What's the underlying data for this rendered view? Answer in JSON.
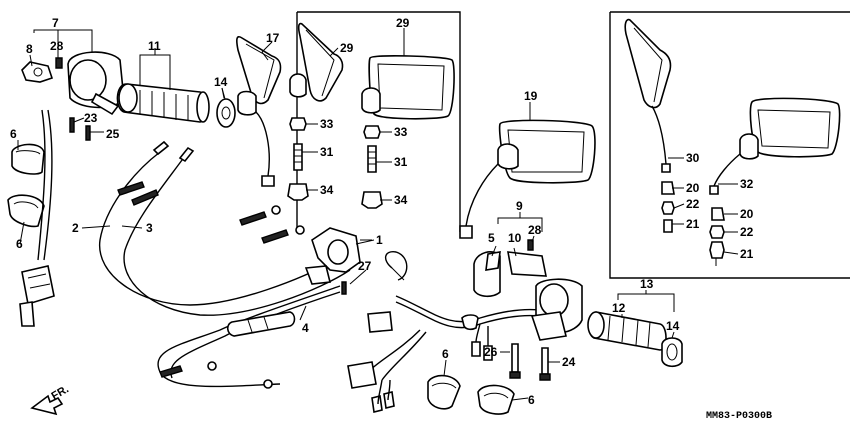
{
  "diagram_code": "MM83-P0300B",
  "direction_label": "FR.",
  "callouts": [
    {
      "id": "c7",
      "text": "7"
    },
    {
      "id": "c8",
      "text": "8"
    },
    {
      "id": "c28a",
      "text": "28"
    },
    {
      "id": "c11",
      "text": "11"
    },
    {
      "id": "c17",
      "text": "17"
    },
    {
      "id": "c14a",
      "text": "14"
    },
    {
      "id": "c23",
      "text": "23"
    },
    {
      "id": "c25",
      "text": "25"
    },
    {
      "id": "c6a",
      "text": "6"
    },
    {
      "id": "c6b",
      "text": "6"
    },
    {
      "id": "c2",
      "text": "2"
    },
    {
      "id": "c3",
      "text": "3"
    },
    {
      "id": "c29a",
      "text": "29"
    },
    {
      "id": "c29b",
      "text": "29"
    },
    {
      "id": "c33a",
      "text": "33"
    },
    {
      "id": "c33b",
      "text": "33"
    },
    {
      "id": "c31a",
      "text": "31"
    },
    {
      "id": "c31b",
      "text": "31"
    },
    {
      "id": "c34a",
      "text": "34"
    },
    {
      "id": "c34b",
      "text": "34"
    },
    {
      "id": "c19",
      "text": "19"
    },
    {
      "id": "c1",
      "text": "1"
    },
    {
      "id": "c27",
      "text": "27"
    },
    {
      "id": "c4",
      "text": "4"
    },
    {
      "id": "c9",
      "text": "9"
    },
    {
      "id": "c5",
      "text": "5"
    },
    {
      "id": "c10",
      "text": "10"
    },
    {
      "id": "c28b",
      "text": "28"
    },
    {
      "id": "c13",
      "text": "13"
    },
    {
      "id": "c12",
      "text": "12"
    },
    {
      "id": "c14b",
      "text": "14"
    },
    {
      "id": "c26",
      "text": "26"
    },
    {
      "id": "c24",
      "text": "24"
    },
    {
      "id": "c6c",
      "text": "6"
    },
    {
      "id": "c6d",
      "text": "6"
    },
    {
      "id": "c30",
      "text": "30"
    },
    {
      "id": "c20a",
      "text": "20"
    },
    {
      "id": "c22a",
      "text": "22"
    },
    {
      "id": "c21a",
      "text": "21"
    },
    {
      "id": "c32",
      "text": "32"
    },
    {
      "id": "c20b",
      "text": "20"
    },
    {
      "id": "c22b",
      "text": "22"
    },
    {
      "id": "c21b",
      "text": "21"
    }
  ]
}
